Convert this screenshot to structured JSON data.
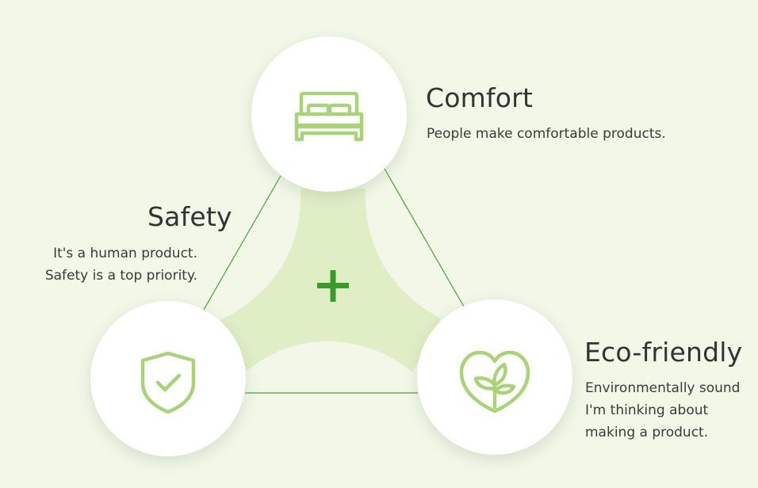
{
  "colors": {
    "background": "#f2f7e8",
    "accent": "#a9d37a",
    "accent_dark": "#3a9a2c",
    "line": "#4f9e3d",
    "center_fill": "#e0eec6",
    "title_text": "#333333",
    "body_text": "#3a3a3a"
  },
  "center_icon": "plus-icon",
  "features": {
    "comfort": {
      "icon": "bed-icon",
      "title": "Comfort",
      "description": [
        "People make comfortable products."
      ]
    },
    "safety": {
      "icon": "shield-check-icon",
      "title": "Safety",
      "description": [
        "It's a human product.",
        "Safety is a top priority."
      ]
    },
    "eco": {
      "icon": "heart-leaf-icon",
      "title": "Eco-friendly",
      "description": [
        "Environmentally sound",
        "I'm thinking about",
        "making a product."
      ]
    }
  }
}
